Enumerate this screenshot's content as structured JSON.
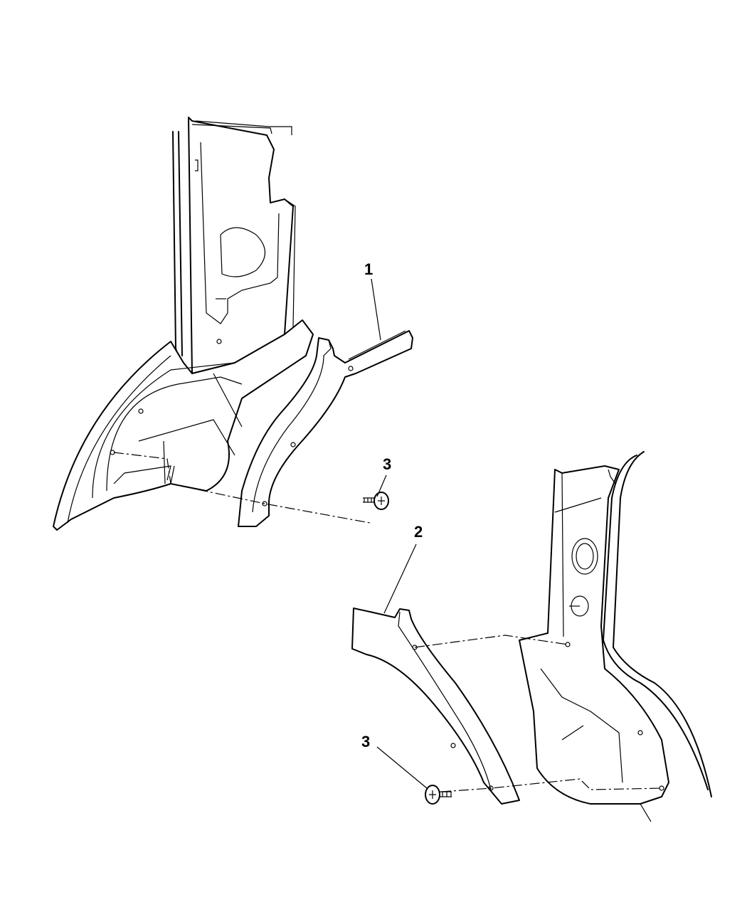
{
  "diagram": {
    "callouts": [
      {
        "id": "callout-1",
        "label": "1"
      },
      {
        "id": "callout-2",
        "label": "2"
      },
      {
        "id": "callout-3a",
        "label": "3"
      },
      {
        "id": "callout-3b",
        "label": "3"
      }
    ],
    "colors": {
      "line": "#000000",
      "background": "#ffffff"
    }
  }
}
